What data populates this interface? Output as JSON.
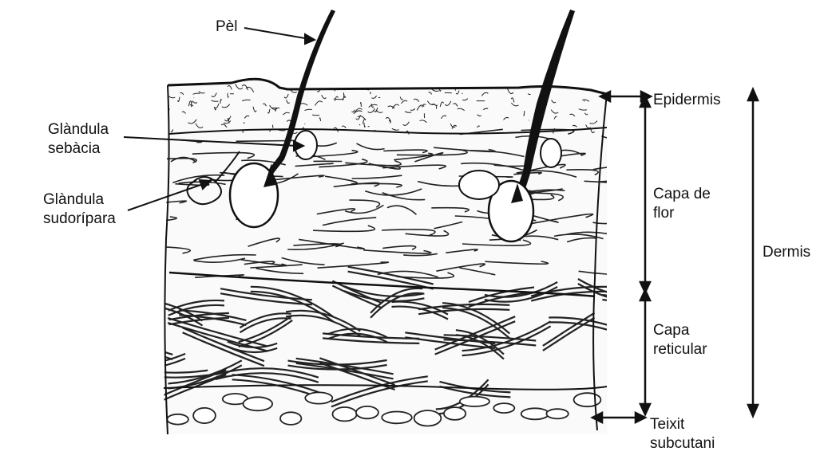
{
  "labels": {
    "pel": "Pèl",
    "glandula_sebacia": [
      "Glàndula",
      "sebàcia"
    ],
    "glandula_sudoripara": [
      "Glàndula",
      "sudorípara"
    ],
    "epidermis": "Epidermis",
    "capa_de_flor": [
      "Capa de",
      "flor"
    ],
    "capa_reticular": [
      "Capa",
      "reticular"
    ],
    "dermis": "Dermis",
    "teixit_subcutani": [
      "Teixit",
      "subcutani"
    ]
  },
  "colors": {
    "ink": "#111111",
    "background": "#ffffff"
  }
}
